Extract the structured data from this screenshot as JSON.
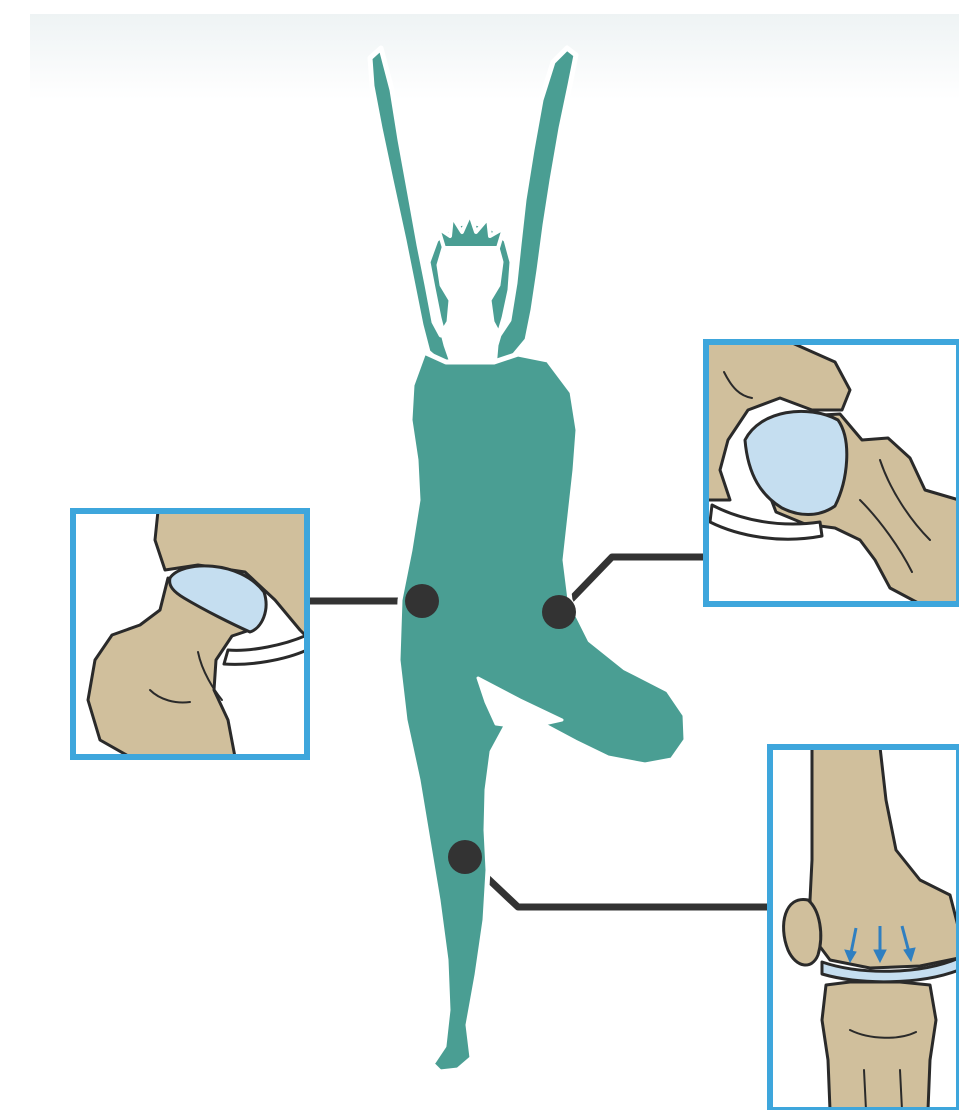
{
  "diagram": {
    "figure": {
      "icon": "tree-pose-silhouette",
      "color": "#4a9e93",
      "outline": "#ffffff"
    },
    "frame_color": "#3ea6dc",
    "bone_color": "#d0bf9c",
    "cartilage_color": "#c5def0",
    "connector_color": "#333333",
    "callouts": [
      {
        "id": "standing-hip",
        "icon": "hip-joint-icon"
      },
      {
        "id": "raised-hip",
        "icon": "hip-joint-icon"
      },
      {
        "id": "knee",
        "icon": "knee-joint-icon"
      }
    ]
  }
}
